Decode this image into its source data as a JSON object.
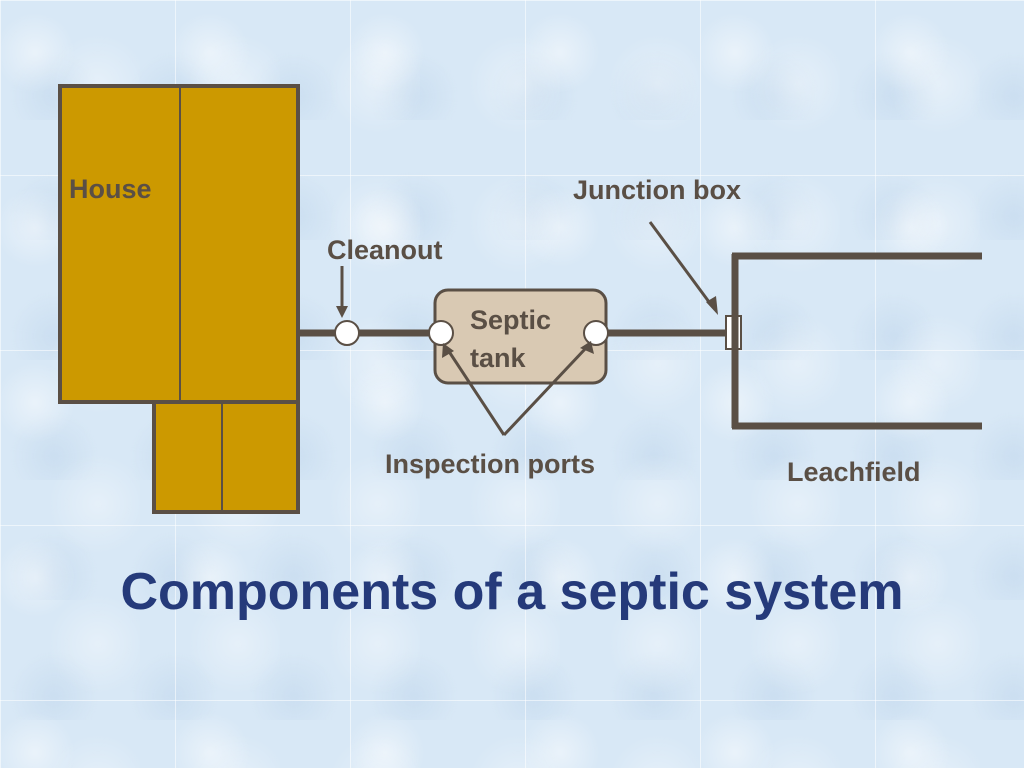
{
  "labels": {
    "house": "House",
    "cleanout": "Cleanout",
    "septic_tank_line1": "Septic",
    "septic_tank_line2": "tank",
    "junction_box": "Junction box",
    "inspection_ports": "Inspection ports",
    "leachfield": "Leachfield"
  },
  "title": "Components of a septic system",
  "colors": {
    "background": "#d8e8f6",
    "house_fill": "#cc9900",
    "outline": "#5a4f45",
    "tank_fill": "#d9c9b3",
    "title": "#253a7a"
  }
}
